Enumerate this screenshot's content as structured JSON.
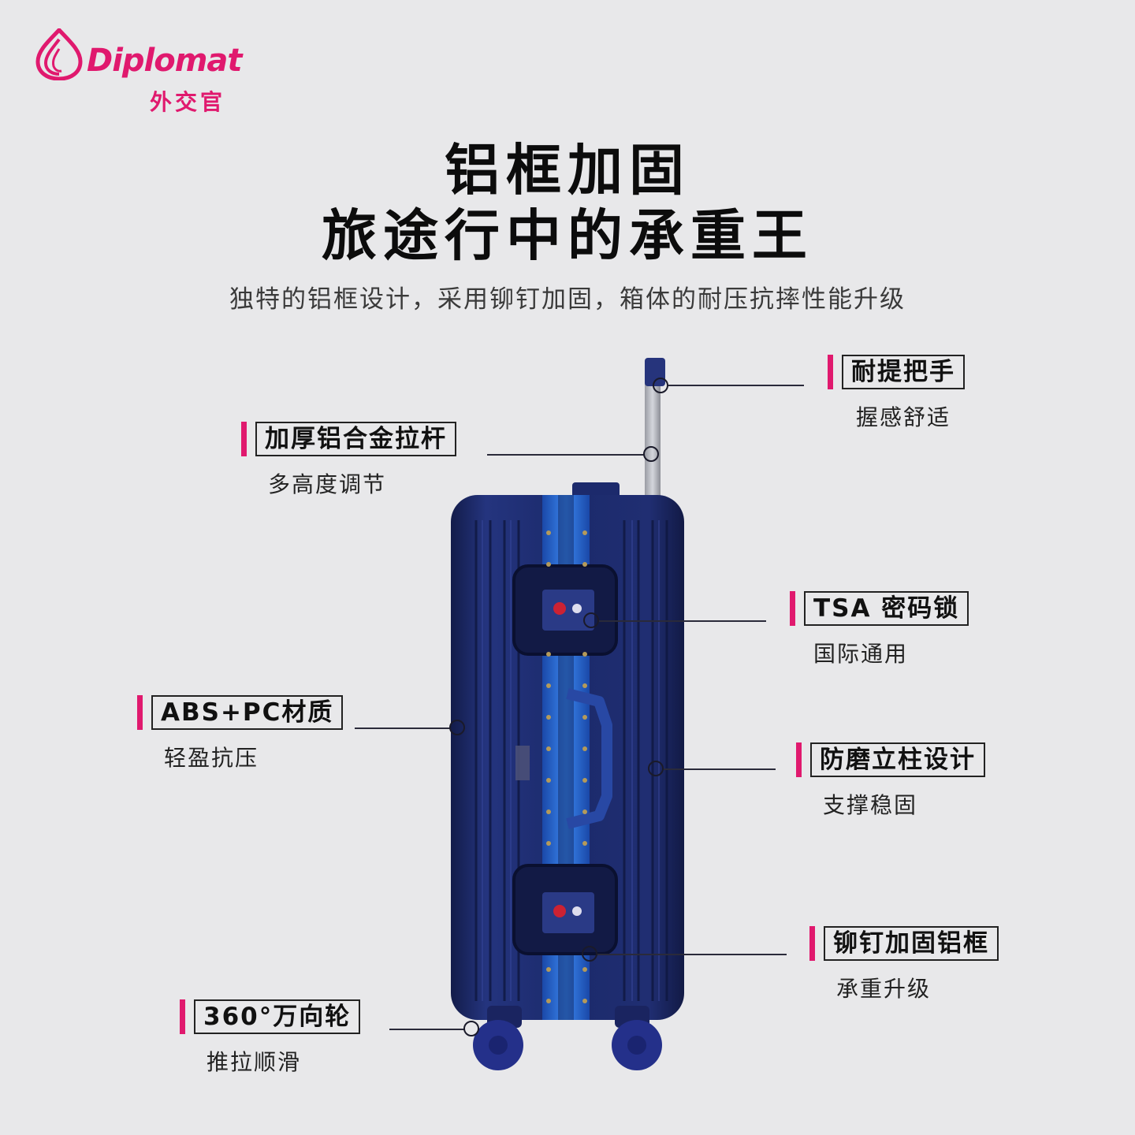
{
  "brand": {
    "name_en": "Diplomat",
    "name_cn": "外交官",
    "color": "#e0196e"
  },
  "header": {
    "title_line1": "铝框加固",
    "title_line2": "旅途行中的承重王",
    "subtitle": "独特的铝框设计，采用铆钉加固，箱体的耐压抗摔性能升级"
  },
  "features": {
    "handle": {
      "title": "耐提把手",
      "desc": "握感舒适"
    },
    "trolley": {
      "title": "加厚铝合金拉杆",
      "desc": "多高度调节"
    },
    "lock": {
      "title": "TSA 密码锁",
      "desc": "国际通用"
    },
    "material": {
      "title": "ABS+PC材质",
      "desc": "轻盈抗压"
    },
    "pillar": {
      "title": "防磨立柱设计",
      "desc": "支撑稳固"
    },
    "frame": {
      "title": "铆钉加固铝框",
      "desc": "承重升级"
    },
    "wheels": {
      "title": "360°万向轮",
      "desc": "推拉顺滑"
    }
  },
  "product": {
    "image": "navy-blue-aluminum-frame-suitcase",
    "body_color": "#1b2a6b",
    "frame_color": "#2b6fd6"
  }
}
